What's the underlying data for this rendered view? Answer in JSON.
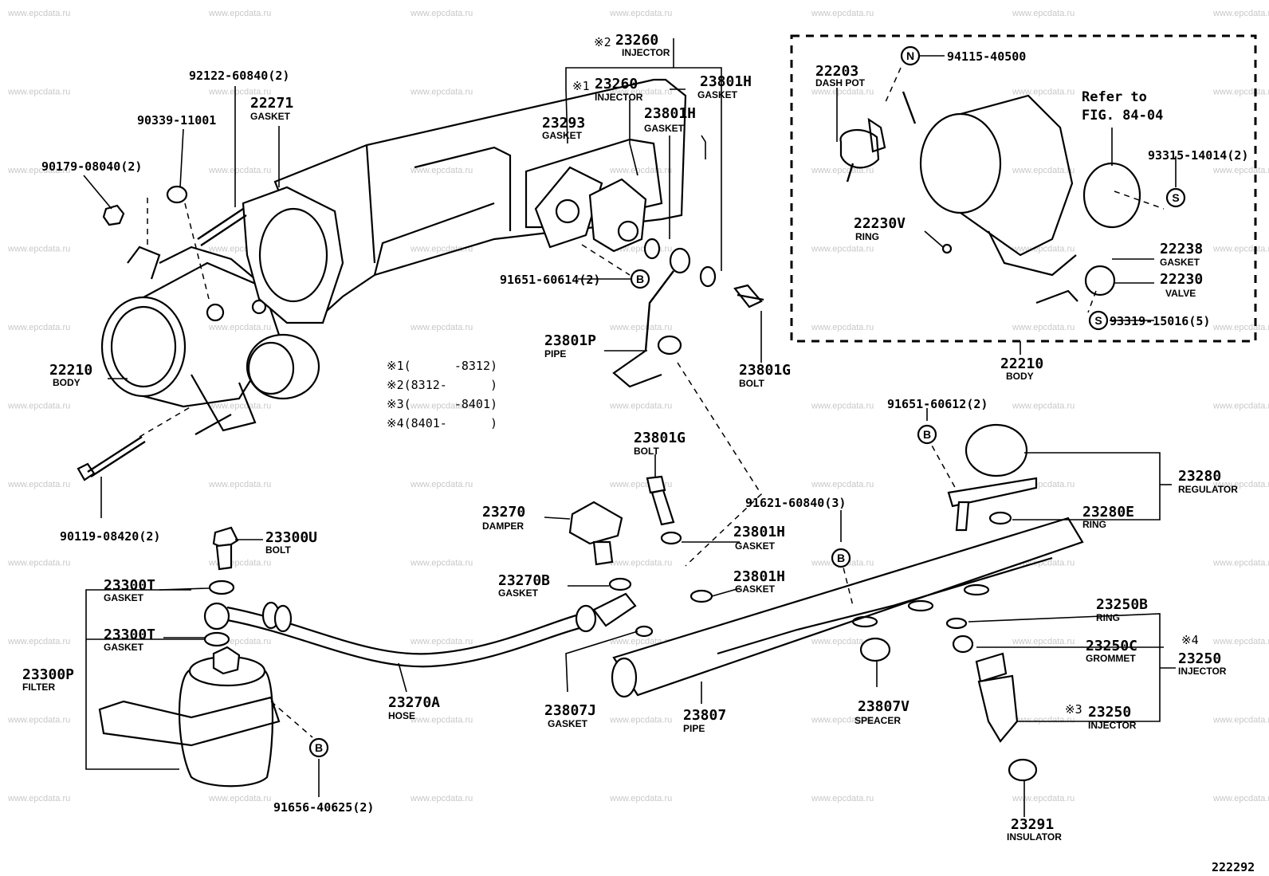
{
  "watermark": "www.epcdata.ru",
  "figure_number": "222292",
  "applicability_notes": [
    {
      "mark": "※1",
      "range": "(      -8312)"
    },
    {
      "mark": "※2",
      "range": "(8312-      )"
    },
    {
      "mark": "※3",
      "range": "(      -8401)"
    },
    {
      "mark": "※4",
      "range": "(8401-      )"
    }
  ],
  "inset": {
    "refer_line1": "Refer to",
    "refer_line2": "FIG. 84-04"
  },
  "circle_markers": {
    "N": "N",
    "S": "S",
    "B": "B"
  },
  "labels": {
    "p23260_top": {
      "prefix": "※2",
      "number": "23260",
      "name": "INJECTOR"
    },
    "p23260_mid": {
      "prefix": "※1",
      "number": "23260",
      "name": "INJECTOR"
    },
    "p23801H_a": {
      "number": "23801H",
      "name": "GASKET"
    },
    "p23801H_b": {
      "number": "23801H",
      "name": "GASKET"
    },
    "p23801H_c": {
      "number": "23801H",
      "name": "GASKET"
    },
    "p23801H_d": {
      "number": "23801H",
      "name": "GASKET"
    },
    "p23293": {
      "number": "23293",
      "name": "GASKET"
    },
    "p92122": {
      "number": "92122-60840(2)"
    },
    "p22271": {
      "number": "22271",
      "name": "GASKET"
    },
    "p90339": {
      "number": "90339-11001"
    },
    "p90179": {
      "number": "90179-08040(2)"
    },
    "p22210_l": {
      "number": "22210",
      "name": "BODY"
    },
    "p91651_614": {
      "number": "91651-60614(2)"
    },
    "p23801P": {
      "number": "23801P",
      "name": "PIPE"
    },
    "p23801G_a": {
      "number": "23801G",
      "name": "BOLT"
    },
    "p23801G_b": {
      "number": "23801G",
      "name": "BOLT"
    },
    "p90119": {
      "number": "90119-08420(2)"
    },
    "p23300U": {
      "number": "23300U",
      "name": "BOLT"
    },
    "p23300T_a": {
      "number": "23300T",
      "name": "GASKET"
    },
    "p23300T_b": {
      "number": "23300T",
      "name": "GASKET"
    },
    "p23300P": {
      "number": "23300P",
      "name": "FILTER"
    },
    "p23270": {
      "number": "23270",
      "name": "DAMPER"
    },
    "p23270B": {
      "number": "23270B",
      "name": "GASKET"
    },
    "p23270A": {
      "number": "23270A",
      "name": "HOSE"
    },
    "p23807J": {
      "number": "23807J",
      "name": "GASKET"
    },
    "p23807": {
      "number": "23807",
      "name": "PIPE"
    },
    "p23807V": {
      "number": "23807V",
      "name": "SPEACER"
    },
    "p91656": {
      "number": "91656-40625(2)"
    },
    "p91621": {
      "number": "91621-60840(3)"
    },
    "p91651_612": {
      "number": "91651-60612(2)"
    },
    "p23280": {
      "number": "23280",
      "name": "REGULATOR"
    },
    "p23280E": {
      "number": "23280E",
      "name": "RING"
    },
    "p23250B": {
      "number": "23250B",
      "name": "RING"
    },
    "p23250C": {
      "number": "23250C",
      "name": "GROMMET"
    },
    "p23250_grp": {
      "prefix": "※4",
      "number": "23250",
      "name": "INJECTOR"
    },
    "p23250": {
      "prefix": "※3",
      "number": "23250",
      "name": "INJECTOR"
    },
    "p23291": {
      "number": "23291",
      "name": "INSULATOR"
    },
    "p22203": {
      "number": "22203",
      "name": "DASH POT"
    },
    "p94115": {
      "number": "94115-40500"
    },
    "p93315": {
      "number": "93315-14014(2)"
    },
    "p22230V": {
      "number": "22230V",
      "name": "RING"
    },
    "p22238": {
      "number": "22238",
      "name": "GASKET"
    },
    "p22230": {
      "number": "22230",
      "name": "VALVE"
    },
    "p93319": {
      "number": "93319-15016(5)"
    },
    "p22210_r": {
      "number": "22210",
      "name": "BODY"
    }
  }
}
